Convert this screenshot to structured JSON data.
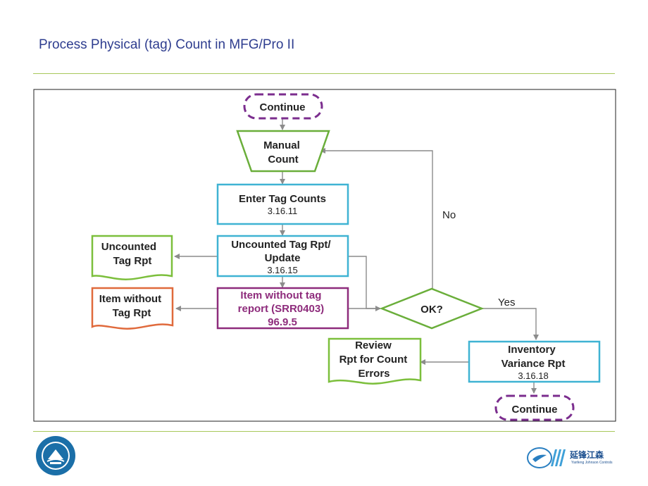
{
  "slide": {
    "title": "Process Physical (tag) Count in MFG/Pro II"
  },
  "nodes": {
    "continue_top": "Continue",
    "manual_count": [
      "Manual",
      "Count"
    ],
    "enter_tag_counts": {
      "lines": [
        "Enter Tag Counts"
      ],
      "code": "3.16.11"
    },
    "uncounted_tag_rpt_update": {
      "lines": [
        "Uncounted Tag Rpt/",
        "Update"
      ],
      "code": "3.16.15"
    },
    "uncounted_tag_rpt_doc": [
      "Uncounted",
      "Tag Rpt"
    ],
    "item_without_tag_report": [
      "Item without tag",
      "report (SRR0403)",
      "96.9.5"
    ],
    "item_without_tag_rpt_doc": [
      "Item without",
      "Tag Rpt"
    ],
    "ok_decision": "OK?",
    "inventory_variance_rpt": {
      "lines": [
        "Inventory",
        "Variance Rpt"
      ],
      "code": "3.16.18"
    },
    "review_rpt": [
      "Review",
      "Rpt for Count",
      "Errors"
    ],
    "continue_bottom": "Continue"
  },
  "edge_labels": {
    "no": "No",
    "yes": "Yes"
  },
  "colors": {
    "title": "#2e3d8f",
    "rule": "#a8c85a",
    "process_border": "#3fb3d3",
    "document_border": "#7cbf3c",
    "manual_border": "#6aae3a",
    "terminator_border": "#7b2d8e",
    "srr_border": "#8e2c7c",
    "srr_text": "#8e2c7c",
    "item_doc_border": "#e06a3c",
    "decision_border": "#6aae3a",
    "connector": "#8c8c8c"
  },
  "logos": {
    "left_icon": "college-seal-icon",
    "right_icon": "yanfeng-johnson-controls-logo-icon",
    "right_name_cn": "延锋江森",
    "right_name_en": "Yanfeng Johnson Controls"
  }
}
